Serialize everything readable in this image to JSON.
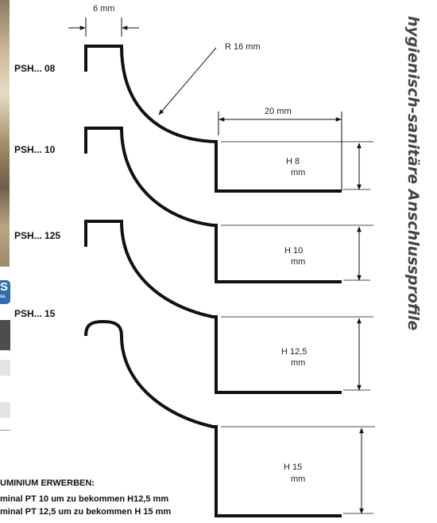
{
  "title": "hygienisch-sanitäre Anschlussprofile",
  "badge": {
    "top": "S",
    "bottom": "ss"
  },
  "dims": {
    "width_6": "6 mm",
    "radius": "R 16 mm",
    "width_20": "20 mm"
  },
  "profiles": [
    {
      "code": "PSH... 08",
      "h_line1": "H 8",
      "h_line2": "mm"
    },
    {
      "code": "PSH... 10",
      "h_line1": "H 10",
      "h_line2": "mm"
    },
    {
      "code": "PSH... 125",
      "h_line1": "H 12,5",
      "h_line2": "mm"
    },
    {
      "code": "PSH... 15",
      "h_line1": "H 15",
      "h_line2": "mm"
    }
  ],
  "notes": {
    "line1": "UMINIUM ERWERBEN:",
    "line2": "minal PT 10 um zu bekommen H12,5 mm",
    "line3": "minal PT 12,5 um zu bekommen H 15 mm"
  },
  "colors": {
    "profile": "#111111",
    "title": "#444444",
    "badge": "#2f6db3"
  }
}
